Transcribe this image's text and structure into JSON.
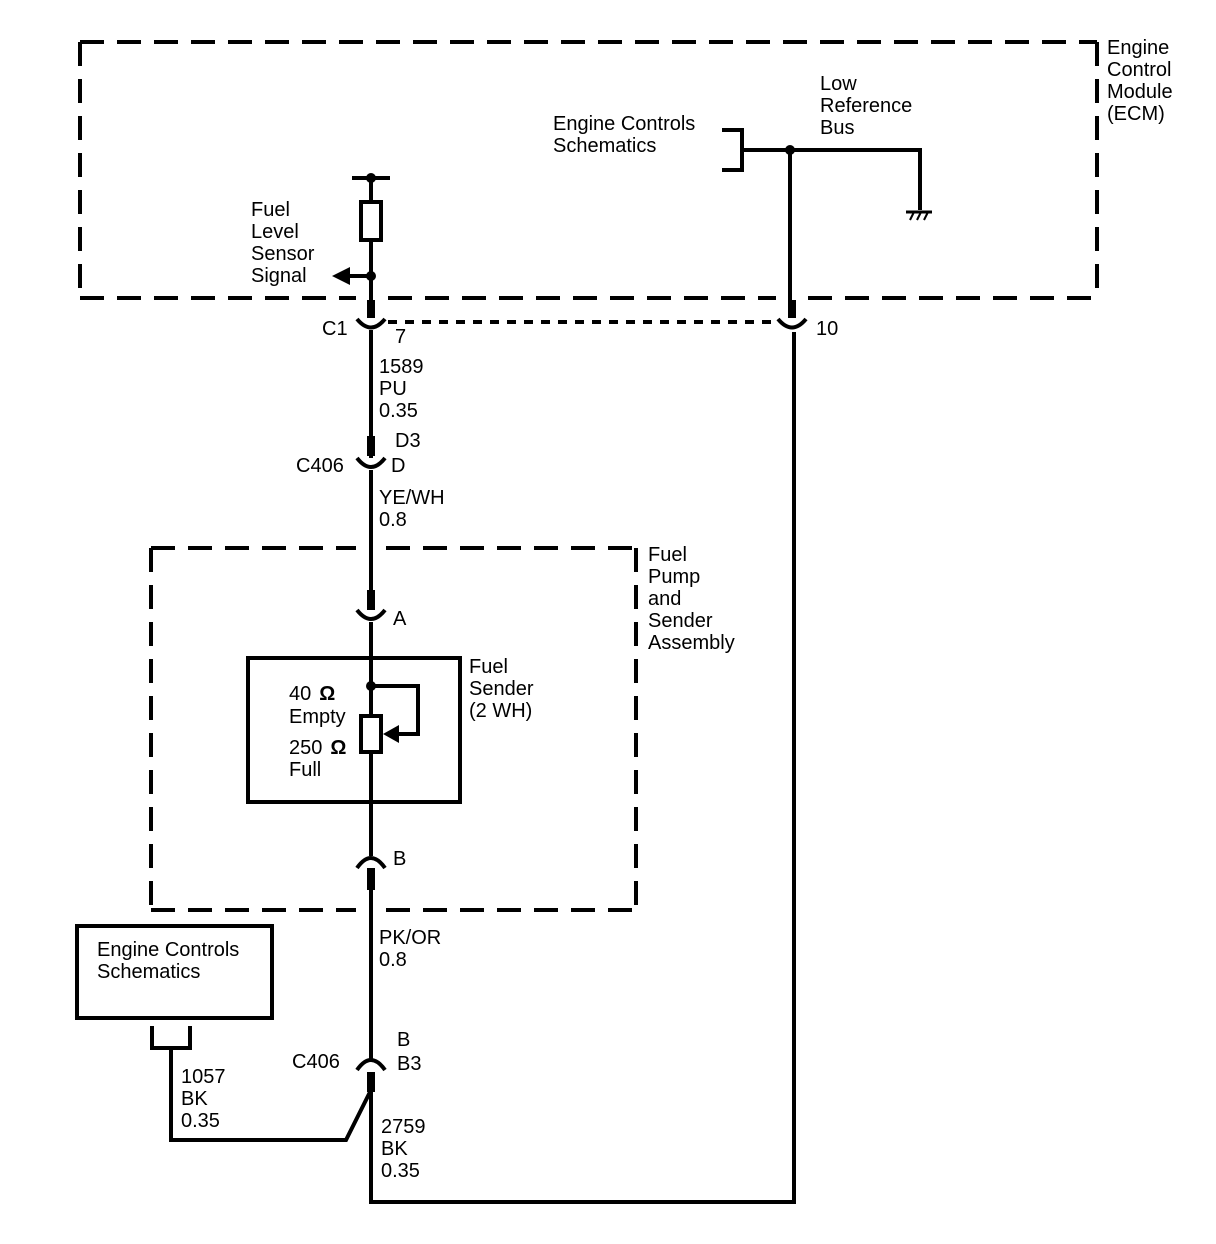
{
  "ecm": {
    "label_lines": [
      "Engine",
      "Control",
      "Module",
      "(ECM)"
    ],
    "engine_controls_lines": [
      "Engine Controls",
      "Schematics"
    ],
    "low_ref_lines": [
      "Low",
      "Reference",
      "Bus"
    ],
    "fuel_level_lines": [
      "Fuel",
      "Level",
      "Sensor",
      "Signal"
    ]
  },
  "connector_c1": {
    "name": "C1",
    "pin_signal": "7",
    "pin_ref": "10"
  },
  "wire_1589": [
    "1589",
    "PU",
    "0.35"
  ],
  "connector_c406_upper": {
    "name": "C406",
    "pin_top": "D3",
    "pin_bottom": "D"
  },
  "wire_yewh": [
    "YE/WH",
    "0.8"
  ],
  "fuel_pump_assembly": {
    "label_lines": [
      "Fuel",
      "Pump",
      "and",
      "Sender",
      "Assembly"
    ],
    "pin_a": "A",
    "pin_b": "B"
  },
  "fuel_sender": {
    "label_lines": [
      "Fuel",
      "Sender",
      "(2 WH)"
    ],
    "empty_ohms": "40",
    "empty_label": "Empty",
    "full_ohms": "250",
    "full_label": "Full",
    "ohm_symbol": "Ω"
  },
  "wire_pkor": [
    "PK/OR",
    "0.8"
  ],
  "engine_controls_box": {
    "lines": [
      "Engine Controls",
      "Schematics"
    ]
  },
  "connector_c406_lower": {
    "name": "C406",
    "pin_top": "B",
    "pin_bottom": "B3"
  },
  "wire_1057": [
    "1057",
    "BK",
    "0.35"
  ],
  "wire_2759": [
    "2759",
    "BK",
    "0.35"
  ]
}
